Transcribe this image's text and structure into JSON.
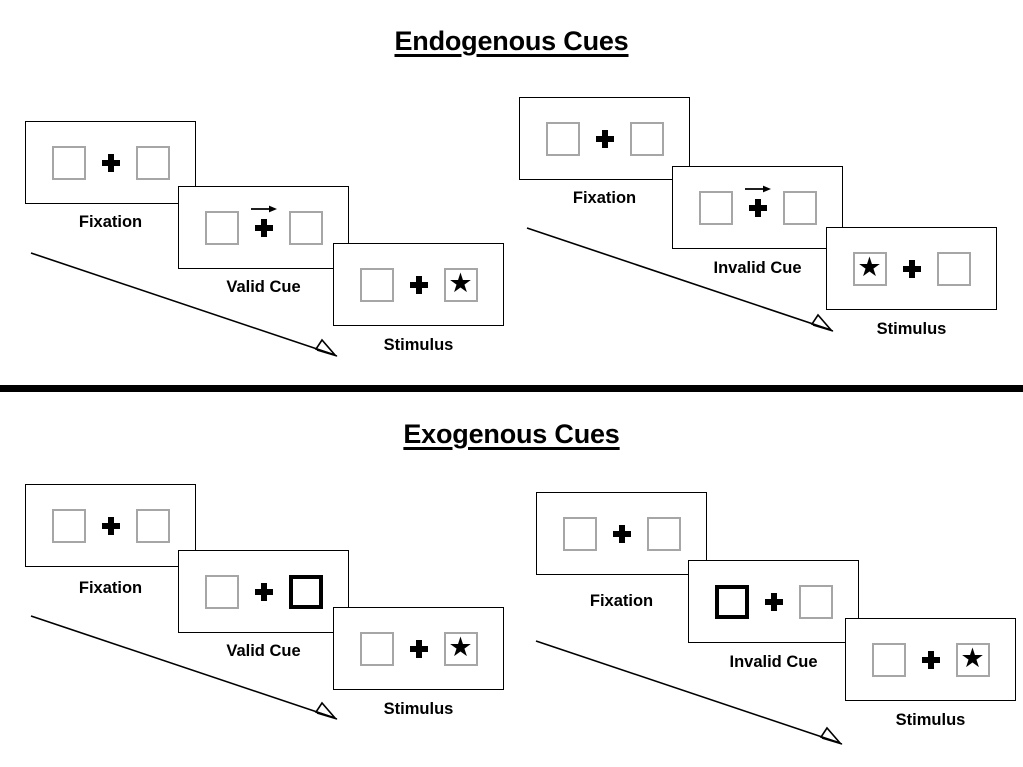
{
  "sections": [
    {
      "title": "Endogenous Cues",
      "sequences": [
        {
          "name": "valid",
          "frames": [
            {
              "label": "Fixation",
              "cue": "none",
              "left_box": "empty",
              "right_box": "empty"
            },
            {
              "label": "Valid Cue",
              "cue": "arrow-right",
              "left_box": "empty",
              "right_box": "empty"
            },
            {
              "label": "Stimulus",
              "cue": "none",
              "left_box": "empty",
              "right_box": "star"
            }
          ]
        },
        {
          "name": "invalid",
          "frames": [
            {
              "label": "Fixation",
              "cue": "none",
              "left_box": "empty",
              "right_box": "empty"
            },
            {
              "label": "Invalid Cue",
              "cue": "arrow-right",
              "left_box": "empty",
              "right_box": "empty"
            },
            {
              "label": "Stimulus",
              "cue": "none",
              "left_box": "star",
              "right_box": "empty"
            }
          ]
        }
      ]
    },
    {
      "title": "Exogenous Cues",
      "sequences": [
        {
          "name": "valid",
          "frames": [
            {
              "label": "Fixation",
              "cue": "none",
              "left_box": "empty",
              "right_box": "empty"
            },
            {
              "label": "Valid Cue",
              "cue": "none",
              "left_box": "empty",
              "right_box": "highlighted"
            },
            {
              "label": "Stimulus",
              "cue": "none",
              "left_box": "empty",
              "right_box": "star"
            }
          ]
        },
        {
          "name": "invalid",
          "frames": [
            {
              "label": "Fixation",
              "cue": "none",
              "left_box": "empty",
              "right_box": "empty"
            },
            {
              "label": "Invalid Cue",
              "cue": "none",
              "left_box": "highlighted",
              "right_box": "empty"
            },
            {
              "label": "Stimulus",
              "cue": "none",
              "left_box": "empty",
              "right_box": "star"
            }
          ]
        }
      ]
    }
  ],
  "glyphs": {
    "star": "★"
  },
  "colors": {
    "box_border": "#a6a6a6",
    "cued_box_border": "#000000",
    "panel_border": "#000000",
    "divider": "#000000",
    "text": "#000000",
    "background": "#ffffff"
  },
  "labels": {
    "endogenous_title": "Endogenous Cues",
    "exogenous_title": "Exogenous Cues",
    "fixation": "Fixation",
    "valid_cue": "Valid Cue",
    "invalid_cue": "Invalid Cue",
    "stimulus": "Stimulus"
  }
}
